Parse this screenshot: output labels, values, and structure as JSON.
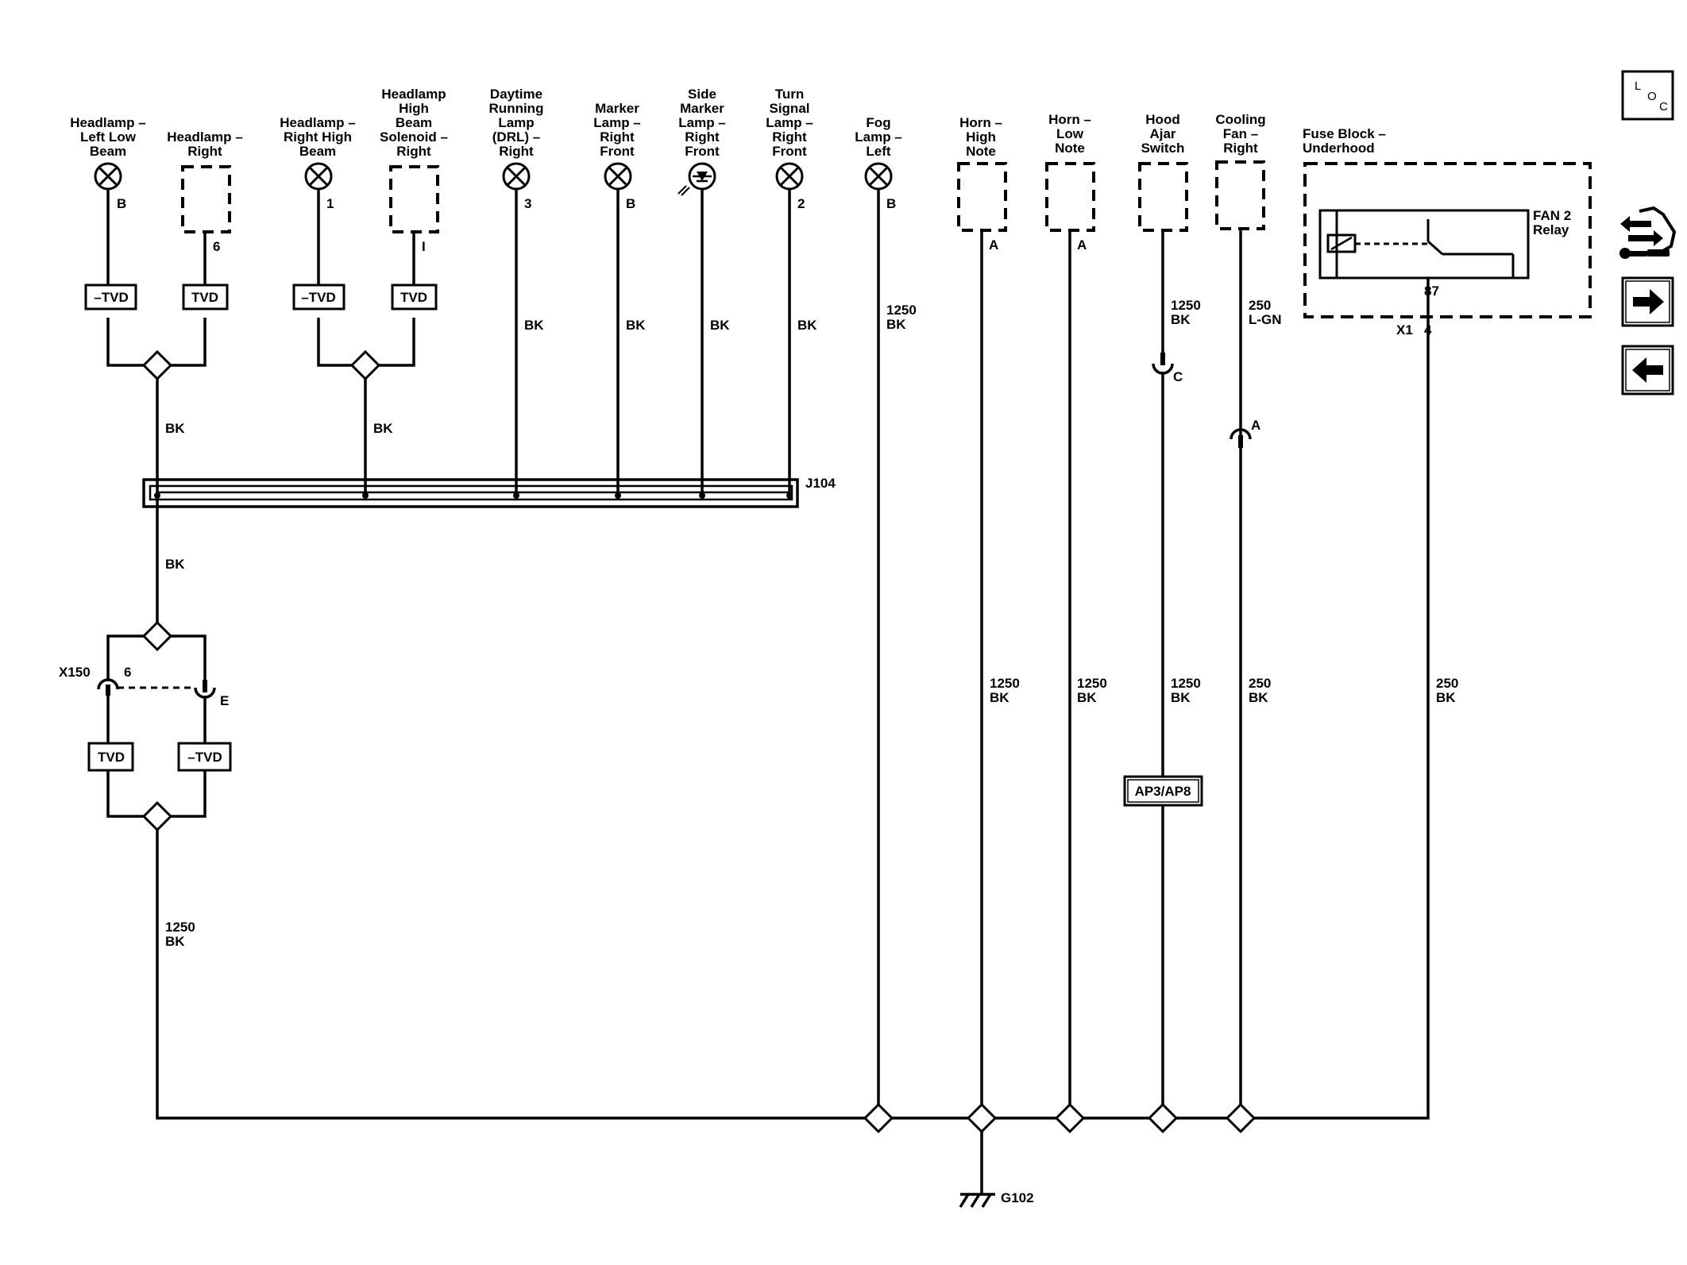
{
  "components": {
    "headlamp_left_low": [
      "Headlamp –",
      "Left Low",
      "Beam"
    ],
    "headlamp_right": [
      "Headlamp –",
      "Right"
    ],
    "headlamp_right_high": [
      "Headlamp –",
      "Right High",
      "Beam"
    ],
    "headlamp_solenoid": [
      "Headlamp",
      "High",
      "Beam",
      "Solenoid –",
      "Right"
    ],
    "drl_right": [
      "Daytime",
      "Running",
      "Lamp",
      "(DRL) –",
      "Right"
    ],
    "marker_lamp": [
      "Marker",
      "Lamp –",
      "Right",
      "Front"
    ],
    "side_marker": [
      "Side",
      "Marker",
      "Lamp –",
      "Right",
      "Front"
    ],
    "turn_signal": [
      "Turn",
      "Signal",
      "Lamp –",
      "Right",
      "Front"
    ],
    "fog_lamp": [
      "Fog",
      "Lamp –",
      "Left"
    ],
    "horn_high": [
      "Horn –",
      "High",
      "Note"
    ],
    "horn_low": [
      "Horn –",
      "Low",
      "Note"
    ],
    "hood_ajar": [
      "Hood",
      "Ajar",
      "Switch"
    ],
    "cooling_fan": [
      "Cooling",
      "Fan –",
      "Right"
    ],
    "fuse_block": [
      "Fuse Block –",
      "Underhood"
    ],
    "fan_relay": [
      "FAN 2",
      "Relay"
    ]
  },
  "pins": {
    "left_low": "B",
    "headlamp_right": "6",
    "right_high": "1",
    "solenoid": "I",
    "drl": "3",
    "marker": "B",
    "turn": "2",
    "fog": "B",
    "horn_high": "A",
    "horn_low": "A",
    "hood_c": "C",
    "fan_a": "A",
    "relay_87": "87",
    "x1": "X1",
    "x1_pin": "4",
    "x150": "X150",
    "x150_pin": "6",
    "x150_e": "E"
  },
  "tvd": {
    "neg": "–TVD",
    "pos": "TVD"
  },
  "wires": {
    "bk": "BK",
    "lgn": "L-GN",
    "g1250": "1250",
    "g250": "250"
  },
  "splice": "J104",
  "ground": "G102",
  "ap_ref": "AP3/AP8",
  "nav": {
    "loc_l": "L",
    "loc_o": "O",
    "loc_c": "C"
  }
}
